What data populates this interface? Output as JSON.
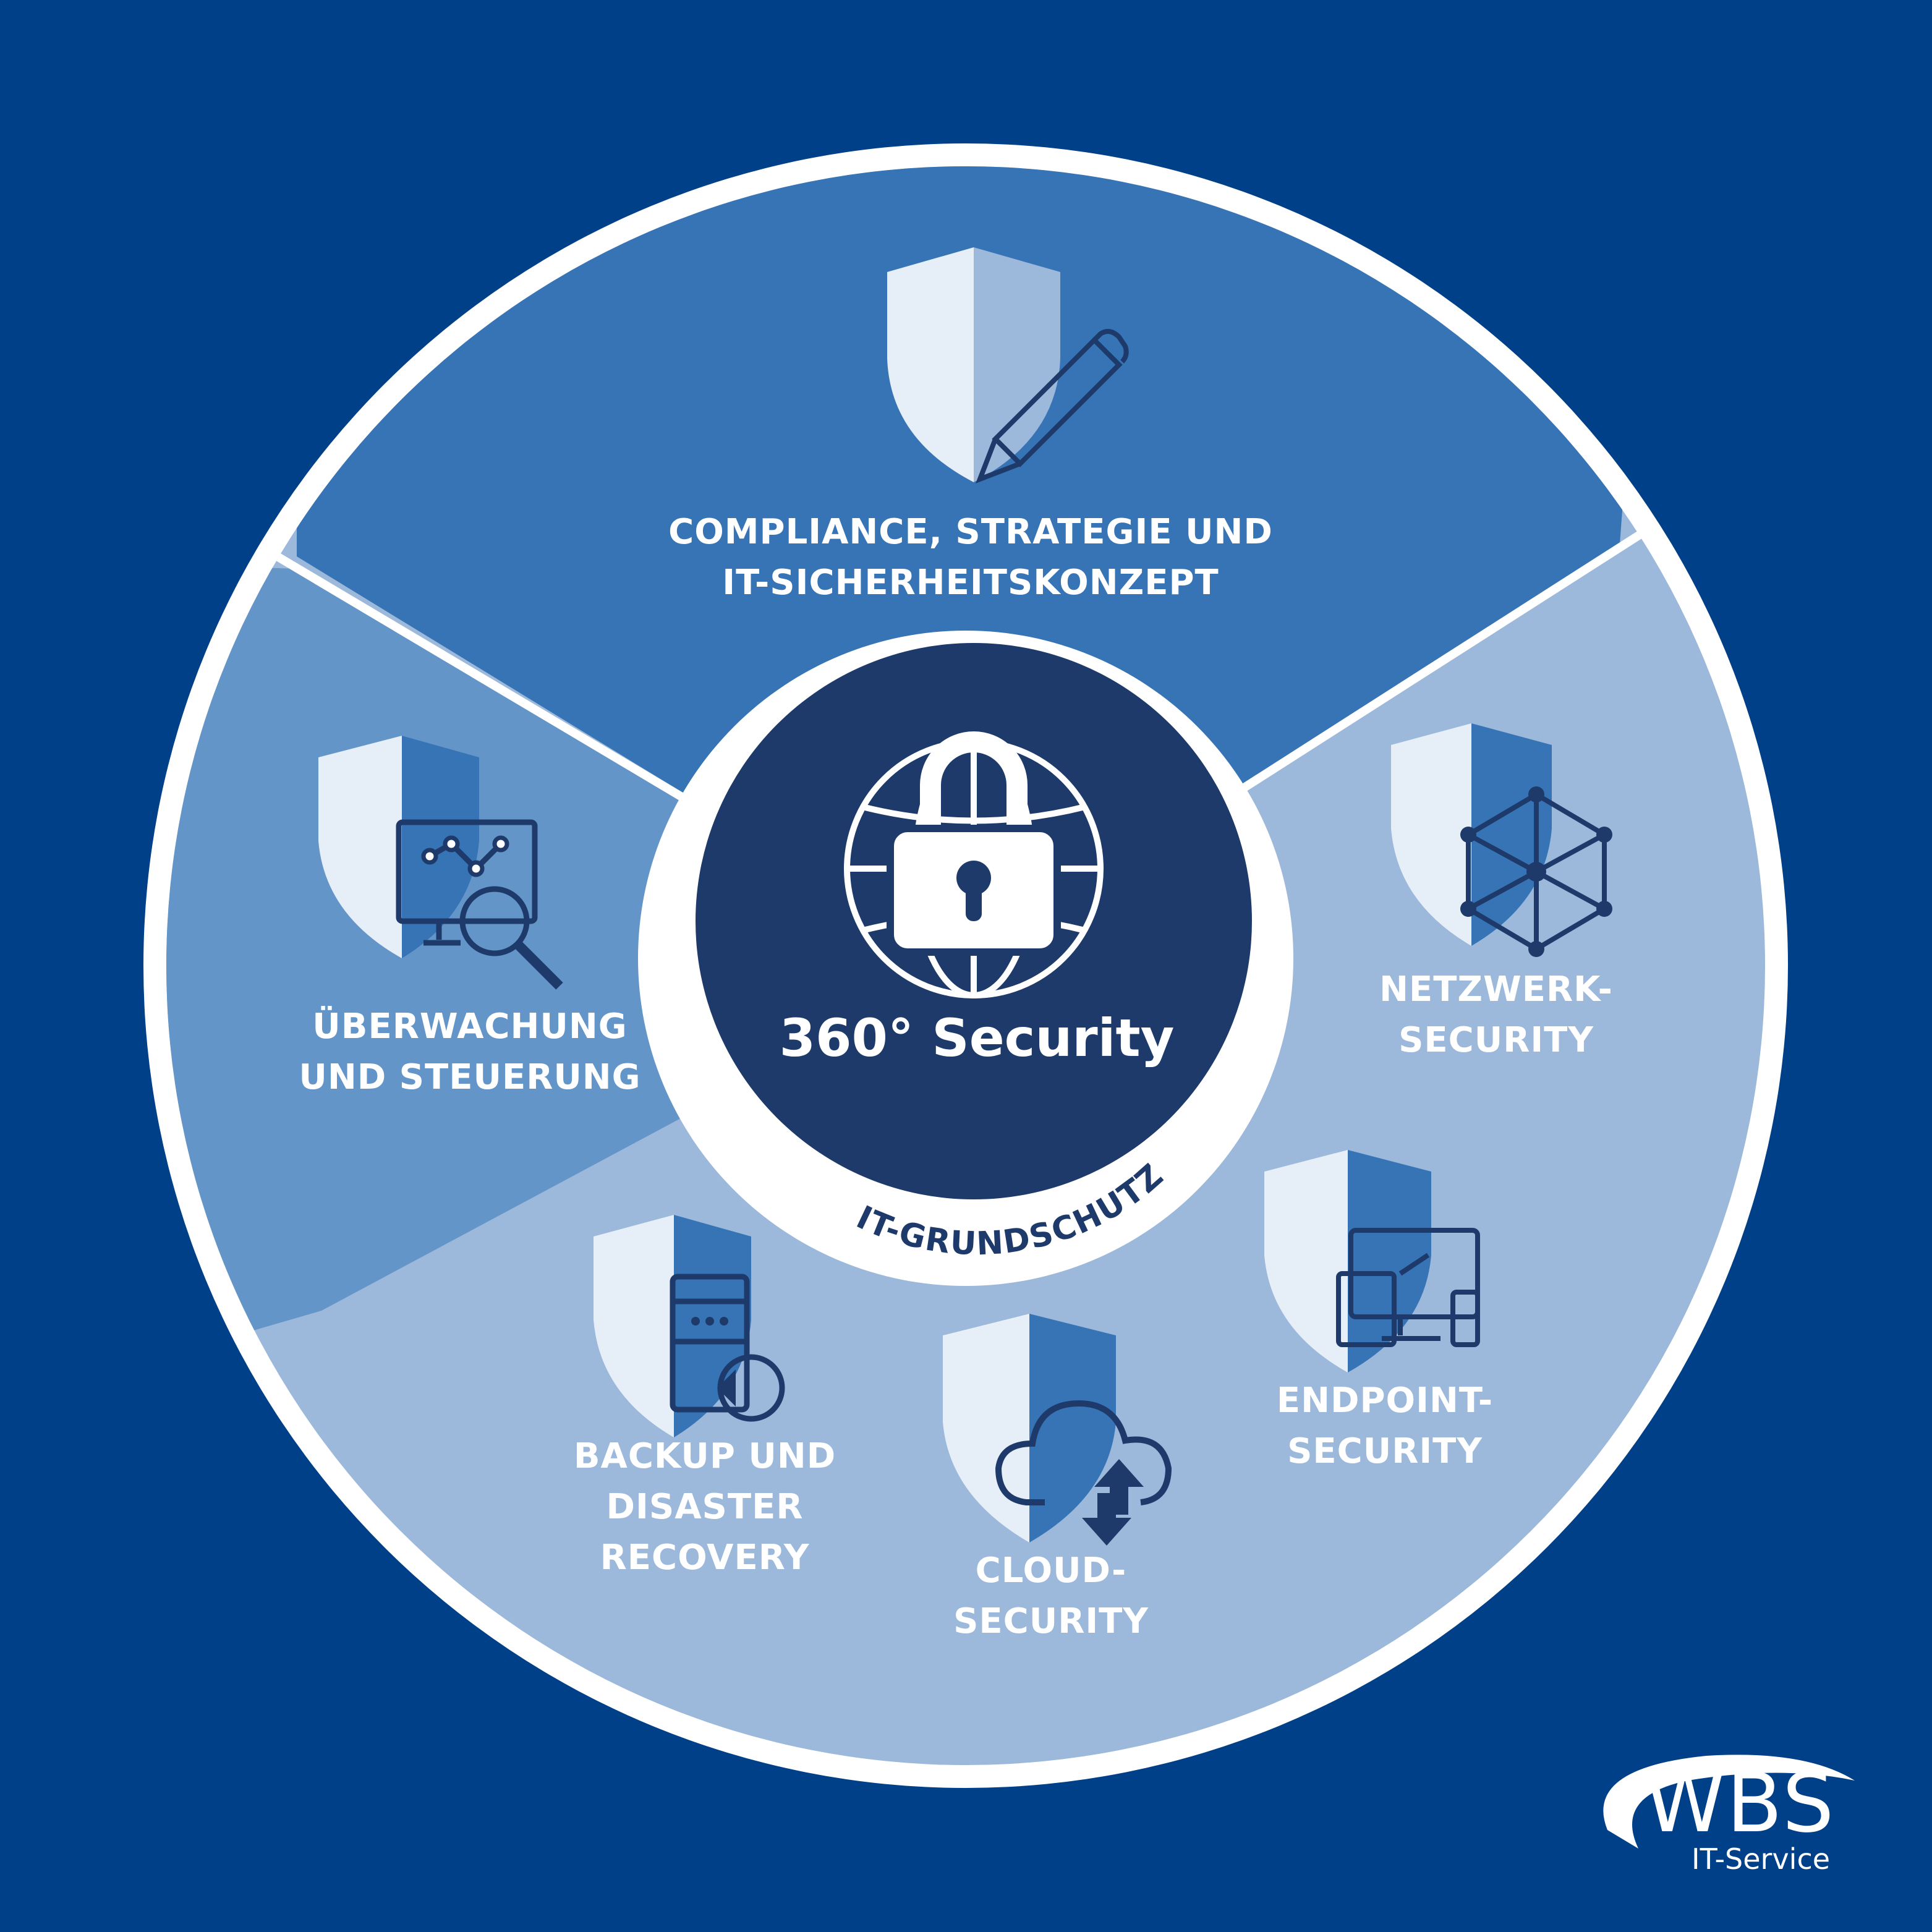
{
  "center": {
    "title": "360° Security",
    "ring_label": "IT-GRUNDSCHUTZ",
    "icon": "lock-globe-icon"
  },
  "segments": [
    {
      "id": "compliance",
      "lines": [
        "COMPLIANCE, STRATEGIE UND",
        "IT-SICHERHEITSKONZEPT"
      ],
      "icon": "shield-pencil-icon"
    },
    {
      "id": "netzwerk",
      "lines": [
        "NETZWERK-",
        "SECURITY"
      ],
      "icon": "shield-network-icon"
    },
    {
      "id": "endpoint",
      "lines": [
        "ENDPOINT-",
        "SECURITY"
      ],
      "icon": "shield-devices-icon"
    },
    {
      "id": "cloud",
      "lines": [
        "CLOUD-",
        "SECURITY"
      ],
      "icon": "shield-cloud-icon"
    },
    {
      "id": "backup",
      "lines": [
        "BACKUP UND",
        "DISASTER",
        "RECOVERY"
      ],
      "icon": "shield-server-icon"
    },
    {
      "id": "ueberwachung",
      "lines": [
        "ÜBERWACHUNG",
        "UND STEUERUNG"
      ],
      "icon": "shield-monitor-search-icon"
    }
  ],
  "logo": {
    "wordmark": "WBS",
    "subtitle": "IT-Service"
  },
  "colors": {
    "background": "#004089",
    "segment_dark": "#3674b5",
    "segment_mid": "#6395c8",
    "segment_light": "#9cb8da",
    "center": "#1d3a6a",
    "ring": "#ffffff",
    "icon_line": "#1d3a6a"
  }
}
